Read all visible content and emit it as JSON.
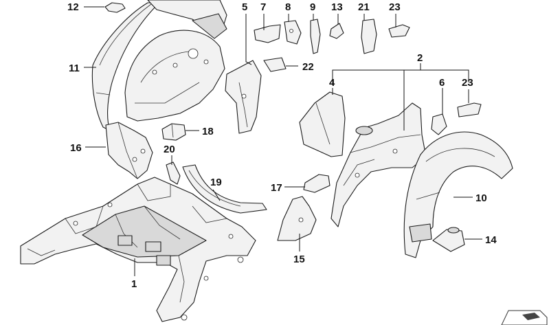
{
  "callouts": {
    "c1": "1",
    "c2": "2",
    "c4": "4",
    "c5": "5",
    "c6": "6",
    "c7": "7",
    "c8": "8",
    "c9": "9",
    "c10": "10",
    "c11": "11",
    "c12": "12",
    "c13": "13",
    "c14": "14",
    "c15": "15",
    "c16": "16",
    "c17": "17",
    "c18": "18",
    "c19": "19",
    "c20": "20",
    "c21": "21",
    "c22": "22",
    "c23a": "23",
    "c23b": "23"
  },
  "icons": {
    "corner_mark": "catalog-page-corner-icon"
  }
}
